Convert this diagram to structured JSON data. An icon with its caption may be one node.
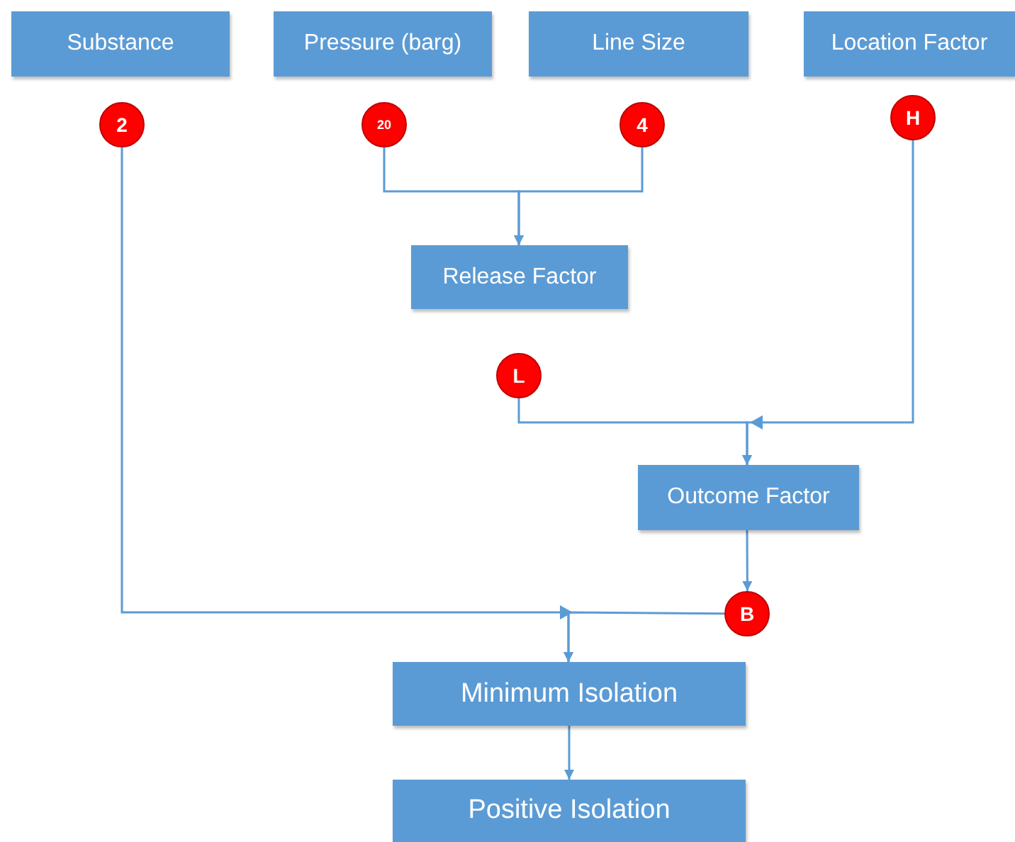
{
  "diagram": {
    "nodes": [
      {
        "text": [
          "Substance"
        ]
      },
      {
        "text": [
          "Pressure (barg)"
        ]
      },
      {
        "text": [
          "Line Size"
        ]
      },
      {
        "text": [
          "Location Factor"
        ]
      },
      {
        "text": [
          "2"
        ]
      },
      {
        "text": [
          "20"
        ]
      },
      {
        "text": [
          "4"
        ]
      },
      {
        "text": [
          "H"
        ]
      },
      {
        "text": [
          "Release Factor"
        ]
      },
      {
        "text": [
          "L"
        ]
      },
      {
        "text": [
          "Outcome Factor"
        ]
      },
      {
        "text": [
          "B"
        ]
      },
      {
        "text": [
          "Minimum Isolation"
        ]
      },
      {
        "text": [
          "Positive Isolation"
        ]
      }
    ],
    "edges": [
      {
        "from": 5,
        "to": 8,
        "arrow": "to"
      },
      {
        "from": 6,
        "to": 8,
        "arrow": "to"
      },
      {
        "from": 9,
        "to": 10,
        "arrow": "to"
      },
      {
        "from": 7,
        "to": 10,
        "arrow": "to"
      },
      {
        "from": 10,
        "to": 11,
        "arrow": "to"
      },
      {
        "from": 4,
        "to": 12,
        "arrow": "to"
      },
      {
        "from": 11,
        "to": 12,
        "arrow": "to"
      },
      {
        "from": 12,
        "to": 13,
        "arrow": "to"
      }
    ]
  }
}
